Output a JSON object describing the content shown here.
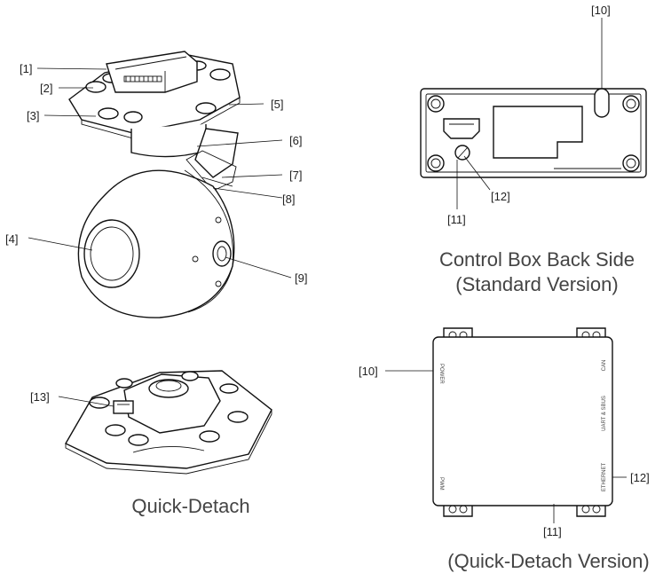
{
  "callouts": {
    "c1": "[1]",
    "c2": "[2]",
    "c3": "[3]",
    "c4": "[4]",
    "c5": "[5]",
    "c6": "[6]",
    "c7": "[7]",
    "c8": "[8]",
    "c9": "[9]",
    "c10": "[10]",
    "c11": "[11]",
    "c12": "[12]",
    "c13": "[13]"
  },
  "captions": {
    "control_box_line1": "Control Box Back Side",
    "control_box_line2": "(Standard Version)",
    "quick_detach": "Quick-Detach",
    "quick_detach_version": "(Quick-Detach Version)"
  },
  "ports": {
    "power": "POWER",
    "can": "CAN",
    "uart_sbus": "UART & SBUS",
    "ethernet": "ETHERNET",
    "pwm": "PWM"
  }
}
